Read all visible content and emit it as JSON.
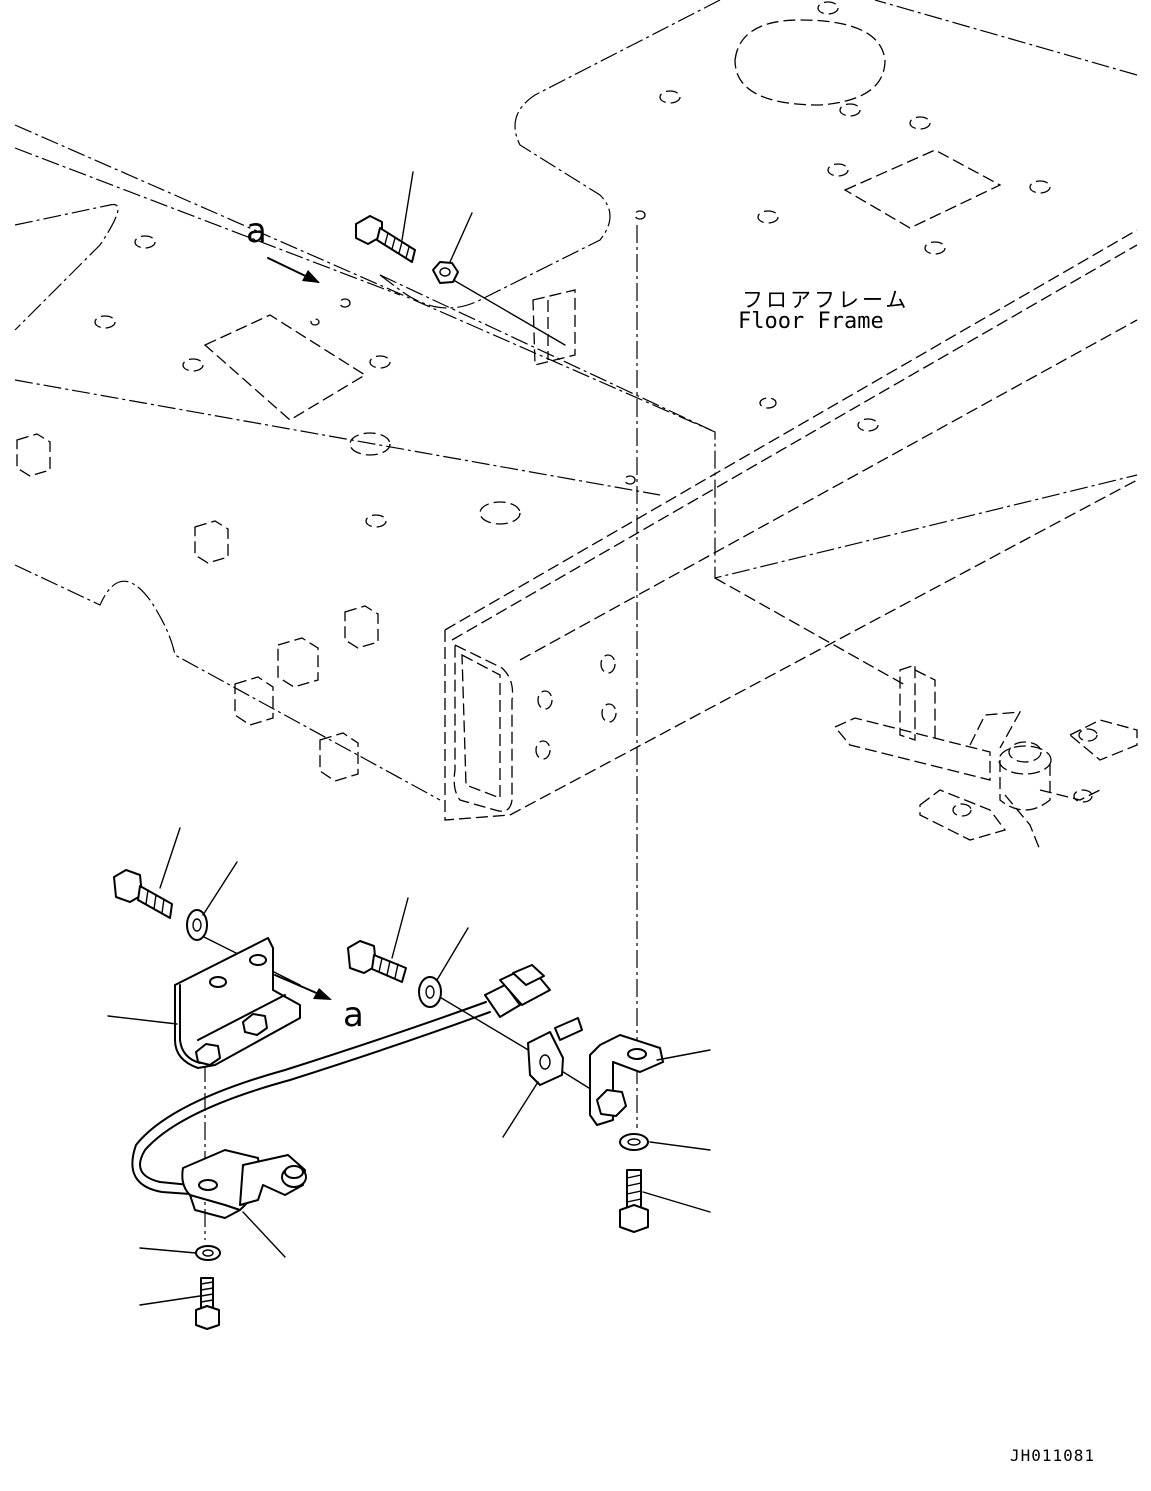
{
  "floor_frame_label": {
    "japanese": "フロアフレーム",
    "english": "Floor Frame"
  },
  "view_markers": {
    "upper": "a",
    "lower": "a"
  },
  "drawing_code": "JH011081"
}
